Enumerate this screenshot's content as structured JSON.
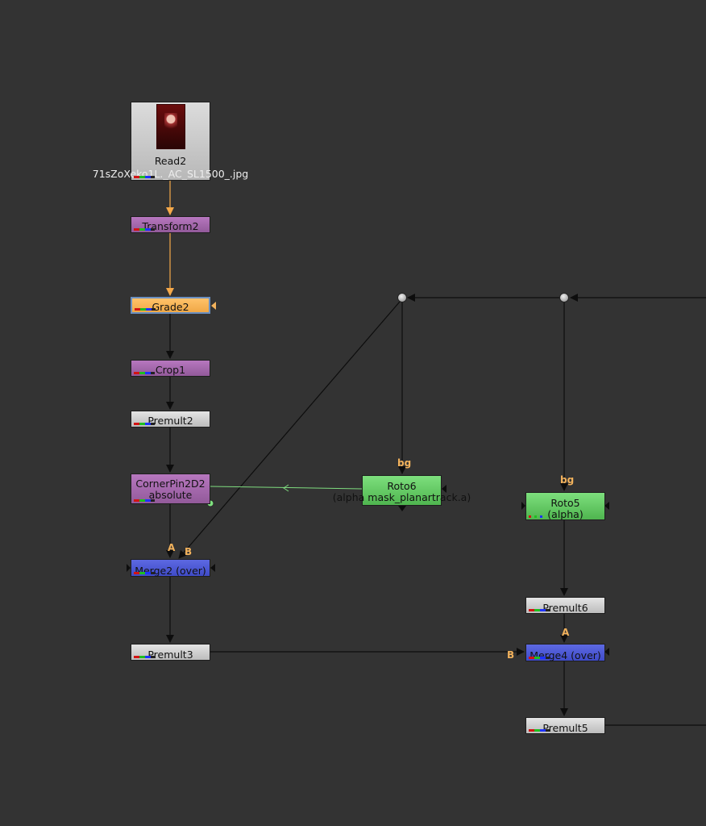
{
  "nodes": {
    "read2": {
      "label": "Read2",
      "file": "71sZoXeko1L._AC_SL1500_.jpg"
    },
    "transform2": {
      "label": "Transform2"
    },
    "grade2": {
      "label": "Grade2"
    },
    "crop1": {
      "label": "Crop1"
    },
    "premult2": {
      "label": "Premult2"
    },
    "cornerpin": {
      "label": "CornerPin2D2",
      "sub": "absolute"
    },
    "merge2": {
      "label": "Merge2 (over)"
    },
    "premult3": {
      "label": "Premult3"
    },
    "roto6": {
      "label": "Roto6",
      "sub": "(alpha mask_planartrack.a)"
    },
    "roto5": {
      "label": "Roto5",
      "sub": "(alpha)"
    },
    "premult6": {
      "label": "Premult6"
    },
    "merge4": {
      "label": "Merge4 (over)"
    },
    "premult5": {
      "label": "Premult5"
    }
  },
  "inputs": {
    "a": "A",
    "b": "B",
    "bg": "bg"
  },
  "colors": {
    "background": "#333333",
    "edge": "#111111",
    "edge_selected": "#f5a94a",
    "mask_edge": "#7fdc7f",
    "input_label": "#f2b25c"
  }
}
